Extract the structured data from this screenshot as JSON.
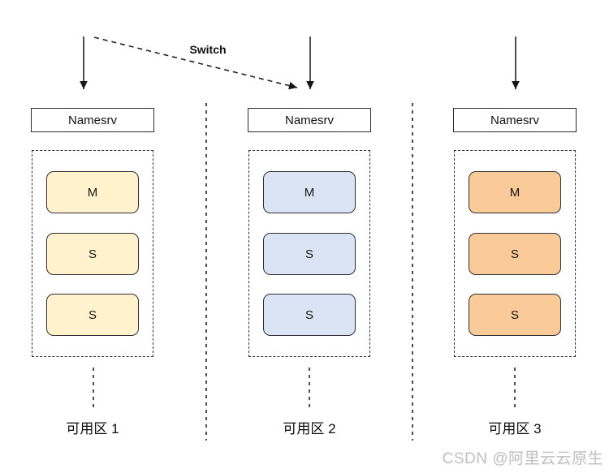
{
  "switch_label": "Switch",
  "watermark": "CSDN @阿里云云原生",
  "colors": {
    "zone1_fill": "#FFF2CC",
    "zone2_fill": "#DAE4F5",
    "zone3_fill": "#FACA98",
    "line": "#222222",
    "divider": "#4d4d4d",
    "watermark_gray": "#c3c3c3"
  },
  "zones": [
    {
      "name": "可用区 1",
      "namesrv": "Namesrv",
      "nodes": [
        "M",
        "S",
        "S"
      ],
      "color": "#FFF2CC"
    },
    {
      "name": "可用区 2",
      "namesrv": "Namesrv",
      "nodes": [
        "M",
        "S",
        "S"
      ],
      "color": "#DAE4F5"
    },
    {
      "name": "可用区 3",
      "namesrv": "Namesrv",
      "nodes": [
        "M",
        "S",
        "S"
      ],
      "color": "#FACA98"
    }
  ]
}
